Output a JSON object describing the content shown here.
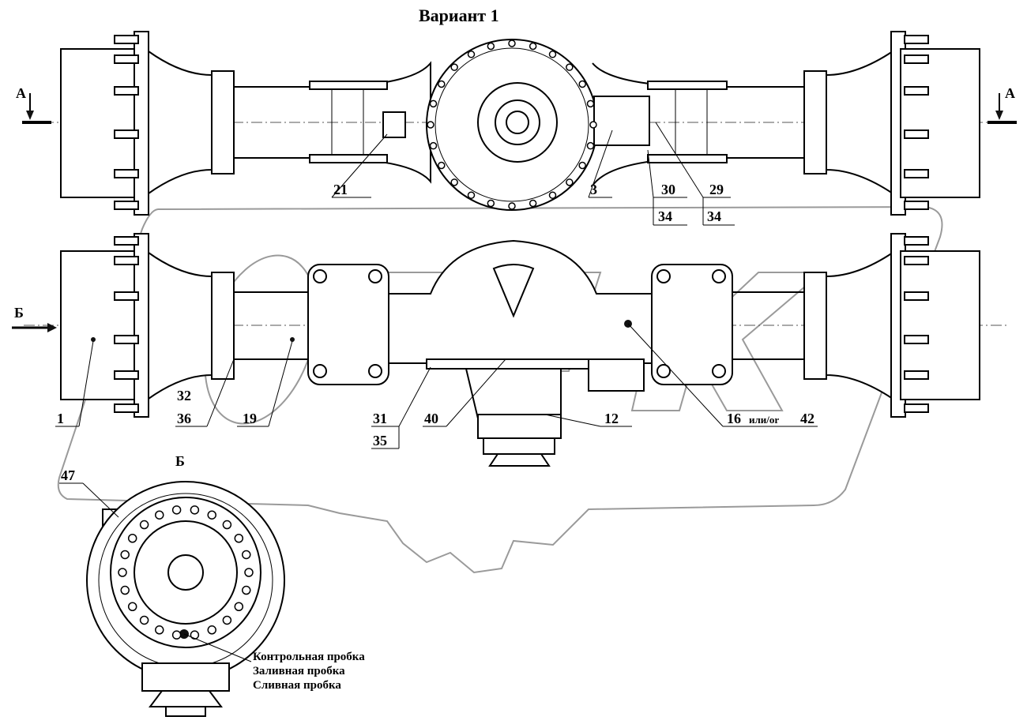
{
  "title": "Вариант 1",
  "view_markers": {
    "a_left": "А",
    "a_right": "А",
    "b_arrow": "Б",
    "b_view_title": "Б"
  },
  "callouts": {
    "c1": "1",
    "c3": "3",
    "c12": "12",
    "c16": "16",
    "c16_note": "или/or",
    "c19": "19",
    "c21": "21",
    "c29": "29",
    "c30": "30",
    "c31": "31",
    "c32": "32",
    "c34a": "34",
    "c34b": "34",
    "c35": "35",
    "c36": "36",
    "c40": "40",
    "c42": "42",
    "c47": "47"
  },
  "legend": {
    "control_plug": "Контрольная пробка",
    "fill_plug": "Заливная пробка",
    "drain_plug": "Сливная пробка"
  }
}
